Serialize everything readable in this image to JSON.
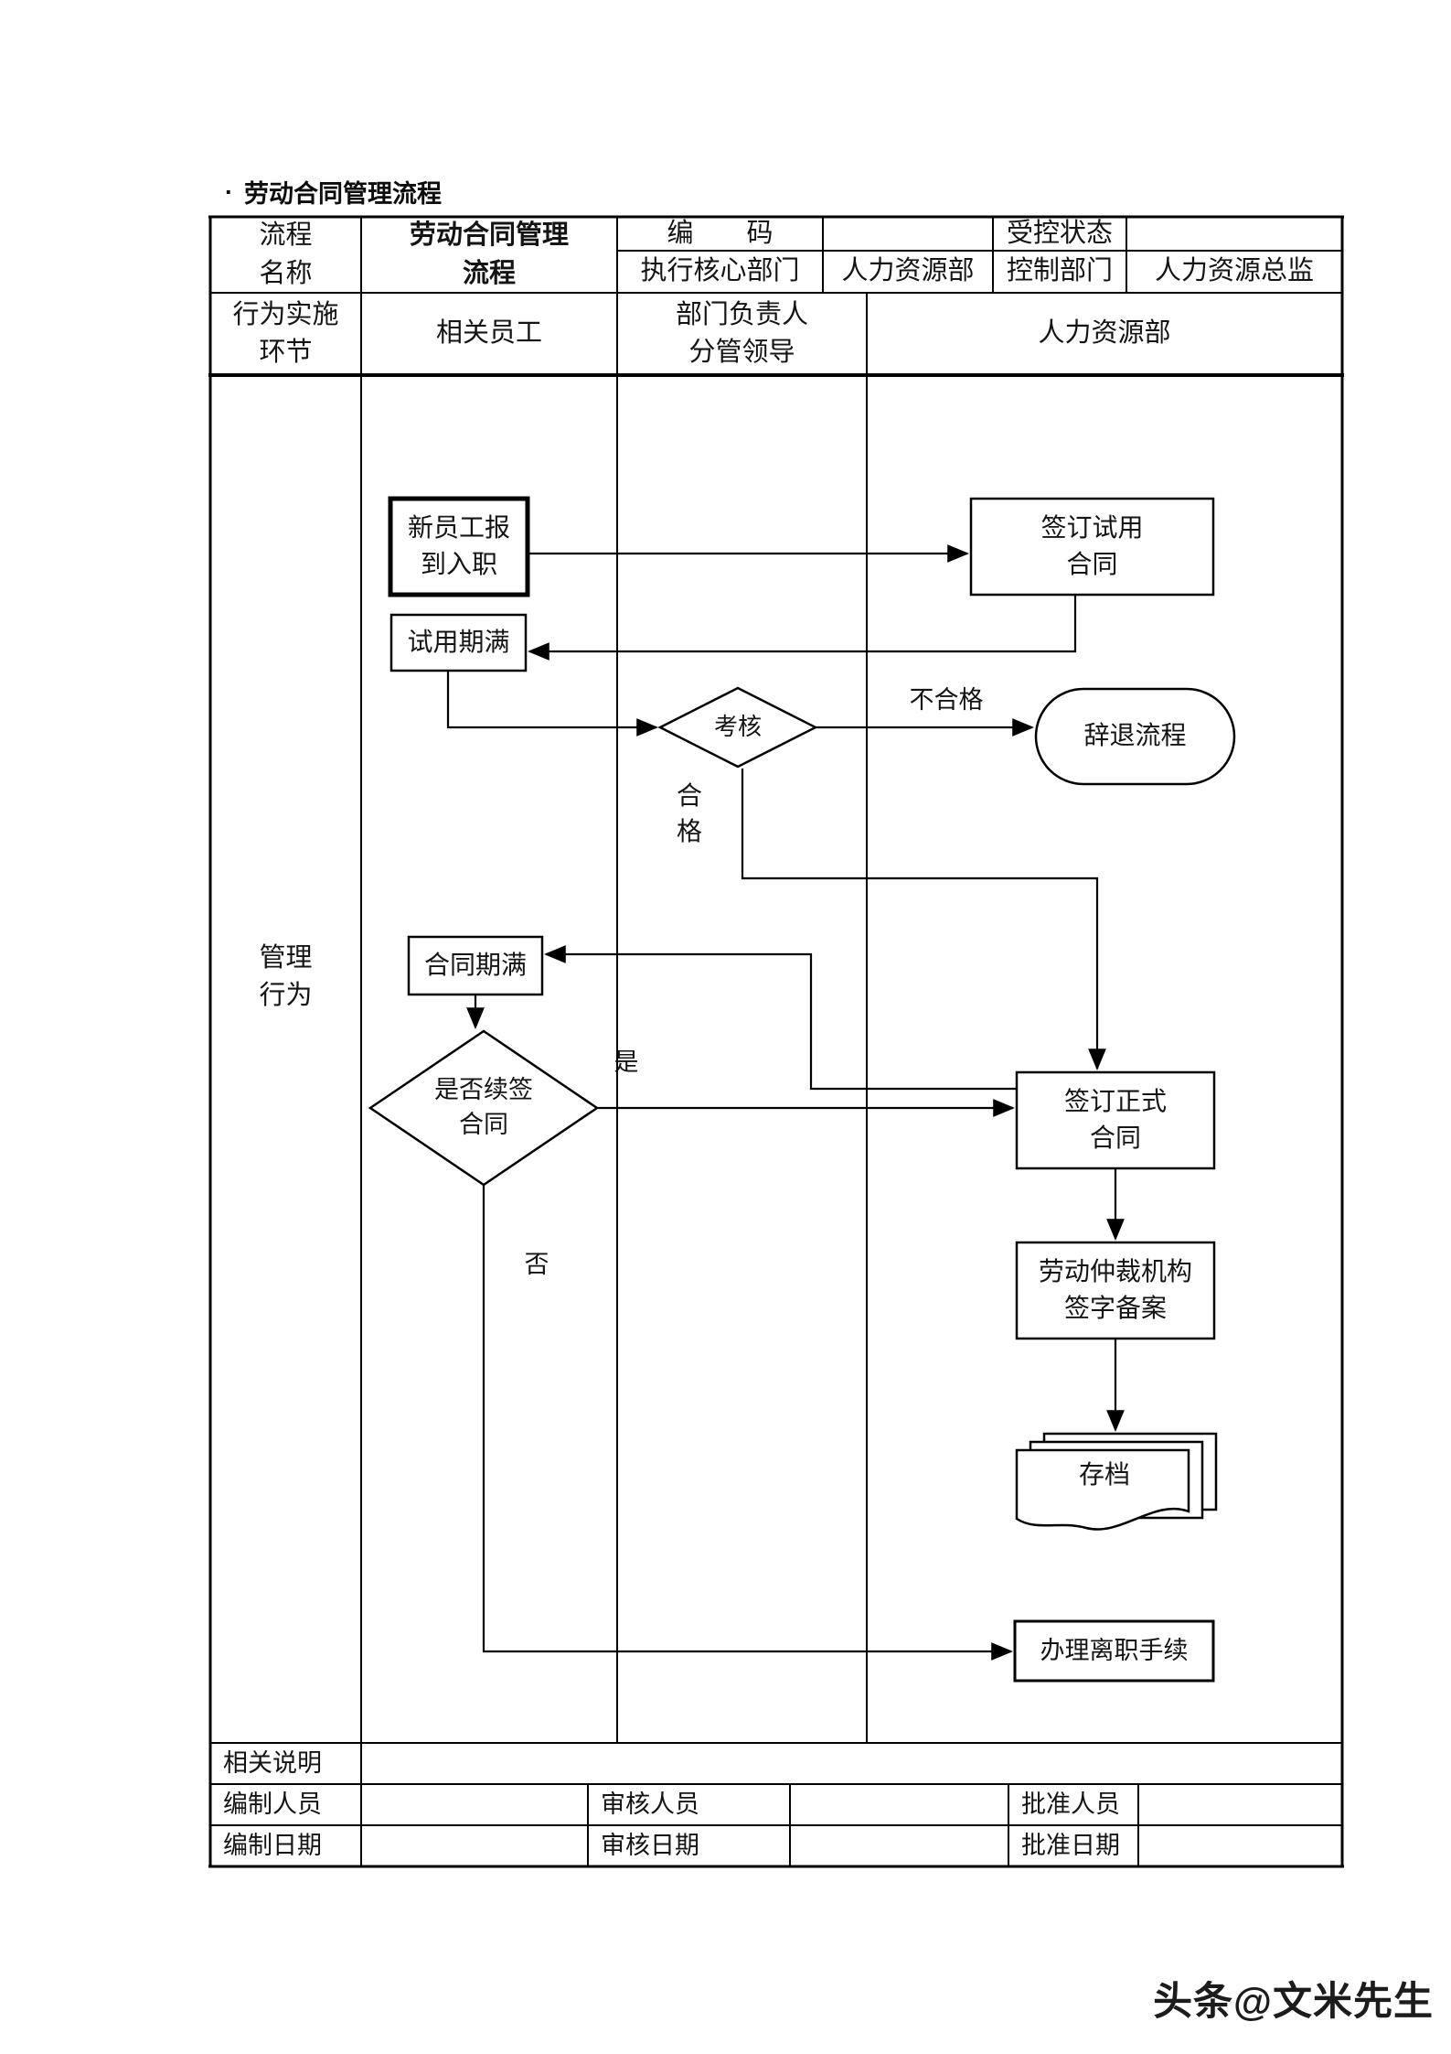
{
  "page": {
    "bullet": "·",
    "title": "劳动合同管理流程",
    "watermark": "头条@文米先生"
  },
  "header": {
    "name_label": "流程\n名称",
    "name_value": "劳动合同管理\n流程",
    "code_label": "编　　码",
    "code_value": "",
    "controlled_state_label": "受控状态",
    "controlled_state_value": "",
    "core_dept_label": "执行核心部门",
    "core_dept_value": "人力资源部",
    "control_dept_label": "控制部门",
    "control_dept_value": "人力资源总监"
  },
  "lanes": {
    "row_label": "行为实施\n环节",
    "lane1": "相关员工",
    "lane2": "部门负责人\n分管领导",
    "lane3": "人力资源部",
    "swimlane_side_label": "管理\n行为"
  },
  "flow": {
    "start": "新员工报\n到入职",
    "sign_trial": "签订试用\n合同",
    "probation_end": "试用期满",
    "assess": "考核",
    "fail_label": "不合格",
    "dismiss": "辞退流程",
    "pass_label": "合\n格",
    "contract_expire": "合同期满",
    "renew_decision": "是否续签\n合同",
    "yes_label": "是",
    "no_label": "否",
    "sign_formal": "签订正式\n合同",
    "arbitration": "劳动仲裁机构\n签字备案",
    "archive": "存档",
    "resign": "办理离职手续"
  },
  "footer": {
    "note_label": "相关说明",
    "rows": [
      {
        "c1": "编制人员",
        "c2": "",
        "c3": "审核人员",
        "c4": "",
        "c5": "批准人员",
        "c6": ""
      },
      {
        "c1": "编制日期",
        "c2": "",
        "c3": "审核日期",
        "c4": "",
        "c5": "批准日期",
        "c6": ""
      }
    ]
  }
}
